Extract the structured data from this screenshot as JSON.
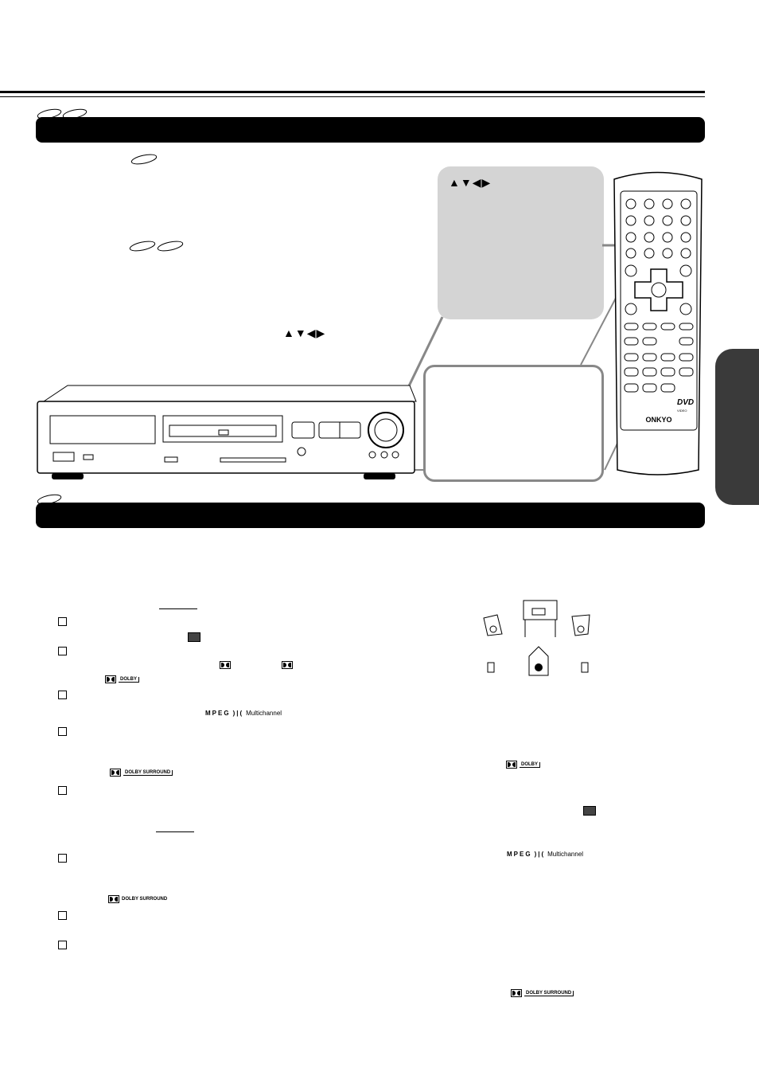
{
  "page": {
    "section1_marks": "",
    "section2_marks": ""
  },
  "callout_top": {
    "arrows_label": "▲▼◀▶"
  },
  "body_arrows": "▲▼◀▶",
  "remote": {
    "brand": "ONKYO",
    "dvd_logo": "DVD",
    "dvd_sub": "VIDEO"
  },
  "logos": {
    "dolby": "DOLBY",
    "dolby_surround": "DOLBY SURROUND",
    "mpeg": "MPEG",
    "multichannel": "Multichannel"
  },
  "colors": {
    "banner": "#000000",
    "sidetab": "#3a3a3a",
    "callout_grey": "#d4d4d4"
  }
}
